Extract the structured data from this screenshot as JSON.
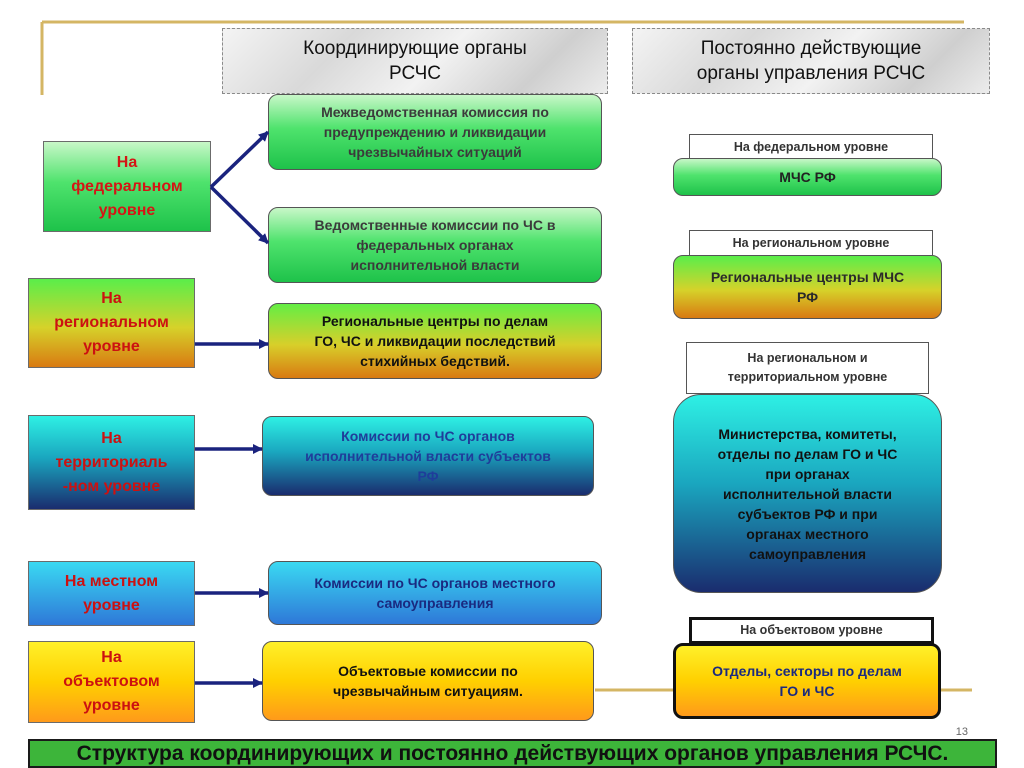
{
  "headers": {
    "left": "Координирующие органы\nРСЧС",
    "right": "Постоянно действующие\nорганы управления  РСЧС"
  },
  "levels": [
    {
      "label": "На\nфедеральном\nуровне",
      "color": "#d51515"
    },
    {
      "label": "На\nрегиональном\nуровне",
      "color": "#cc1111"
    },
    {
      "label": "На\nтерриториаль\n-ном  уровне",
      "color": "#cc1111"
    },
    {
      "label": "На местном\nуровне",
      "color": "#cc1111"
    },
    {
      "label": "На\nобъектовом\nуровне",
      "color": "#cc1111"
    }
  ],
  "coordinating": [
    {
      "text": "Межведомственная комиссия по\nпредупреждению и ликвидации\nчрезвычайных ситуаций",
      "color": "#3b3b3b"
    },
    {
      "text": "Ведомственные комиссии по ЧС  в\nфедеральных органах\nисполнительной власти",
      "color": "#3b3b3b"
    },
    {
      "text": "Региональные центры по делам\nГО, ЧС и ликвидации последствий\nстихийных бедствий.",
      "color": "#111111"
    },
    {
      "text": "Комиссии по ЧС органов\nисполнительной власти субъектов\nРФ",
      "color": "#1f3d9a"
    },
    {
      "text": "Комиссии по ЧС органов местного\nсамоуправления",
      "color": "#1a2a80"
    },
    {
      "text": "Объектовые комиссии по\nчрезвычайным ситуациям.",
      "color": "#111111"
    }
  ],
  "permanent": [
    {
      "tag": "На федеральном уровне",
      "text": "МЧС РФ",
      "color": "#222222"
    },
    {
      "tag": "На региональном уровне",
      "text": "Региональные центры МЧС\nРФ",
      "color": "#2a2a2a"
    },
    {
      "tag": "На региональном  и\nтерриториальном  уровне",
      "text": "Министерства, комитеты,\nотделы по делам ГО и ЧС\nпри органах\nисполнительной власти\nсубъектов РФ и при\nорганах местного\nсамоуправления",
      "color": "#111111"
    },
    {
      "tag": "На объектовом уровне",
      "text": "Отделы, секторы по делам\nГО и ЧС",
      "color": "#1a2a80"
    }
  ],
  "page_number": "13",
  "footer": "Структура координирующих и постоянно действующих органов управления РСЧС.",
  "colors": {
    "arrow": "#1a237e",
    "rule": "#d4b664",
    "footer_bg": "#3db53a"
  }
}
